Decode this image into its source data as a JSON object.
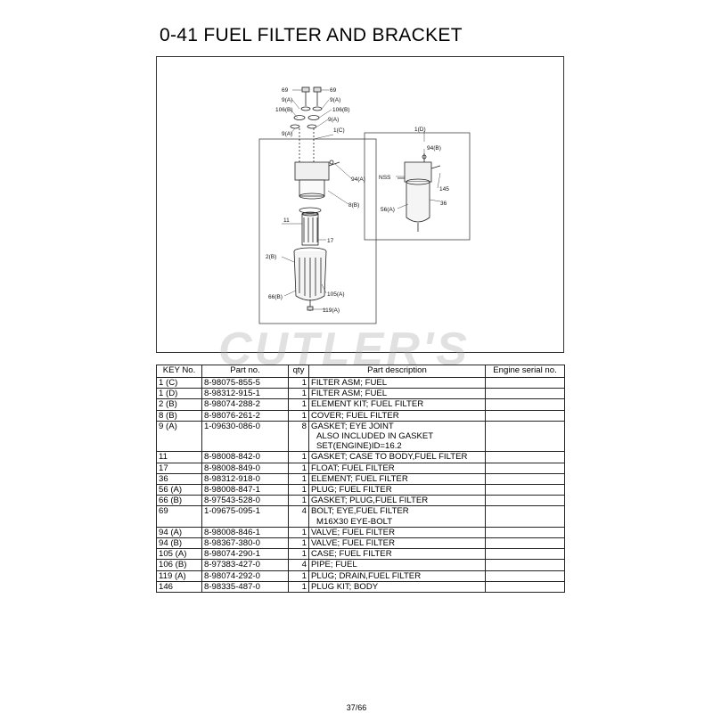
{
  "title": "0-41   FUEL FILTER AND BRACKET",
  "watermark": "CUTLER'S",
  "diagram": {
    "callouts": [
      "69",
      "69",
      "9(A)",
      "9(A)",
      "106(B)",
      "106(B)",
      "9(A)",
      "9(A)",
      "1(C)",
      "94(A)",
      "8(B)",
      "17",
      "11",
      "2(B)",
      "105(A)",
      "66(B)",
      "119(A)",
      "1(D)",
      "94(B)",
      "NSS",
      "145",
      "36",
      "56(A)"
    ]
  },
  "table": {
    "headers": [
      "KEY No.",
      "Part no.",
      "qty",
      "Part description",
      "Engine serial no."
    ],
    "rows": [
      {
        "key": "1 (C)",
        "part": "8-98075-855-5",
        "qty": "1",
        "desc": [
          "FILTER ASM; FUEL"
        ],
        "serial": ""
      },
      {
        "key": "1 (D)",
        "part": "8-98312-915-1",
        "qty": "1",
        "desc": [
          "FILTER ASM; FUEL"
        ],
        "serial": ""
      },
      {
        "key": "2 (B)",
        "part": "8-98074-288-2",
        "qty": "1",
        "desc": [
          "ELEMENT KIT; FUEL FILTER"
        ],
        "serial": ""
      },
      {
        "key": "8 (B)",
        "part": "8-98076-261-2",
        "qty": "1",
        "desc": [
          "COVER; FUEL FILTER"
        ],
        "serial": ""
      },
      {
        "key": "9 (A)",
        "part": "1-09630-086-0",
        "qty": "8",
        "desc": [
          "GASKET; EYE JOINT",
          "ALSO INCLUDED IN GASKET",
          "SET(ENGINE)ID=16.2"
        ],
        "serial": ""
      },
      {
        "key": "11",
        "part": "8-98008-842-0",
        "qty": "1",
        "desc": [
          "GASKET; CASE TO BODY,FUEL FILTER"
        ],
        "serial": ""
      },
      {
        "key": "17",
        "part": "8-98008-849-0",
        "qty": "1",
        "desc": [
          "FLOAT; FUEL FILTER"
        ],
        "serial": ""
      },
      {
        "key": "36",
        "part": "8-98312-918-0",
        "qty": "1",
        "desc": [
          "ELEMENT; FUEL FILTER"
        ],
        "serial": ""
      },
      {
        "key": "56 (A)",
        "part": "8-98008-847-1",
        "qty": "1",
        "desc": [
          "PLUG; FUEL FILTER"
        ],
        "serial": ""
      },
      {
        "key": "66 (B)",
        "part": "8-97543-528-0",
        "qty": "1",
        "desc": [
          "GASKET; PLUG,FUEL FILTER"
        ],
        "serial": ""
      },
      {
        "key": "69",
        "part": "1-09675-095-1",
        "qty": "4",
        "desc": [
          "BOLT; EYE,FUEL FILTER",
          "M16X30 EYE-BOLT"
        ],
        "serial": ""
      },
      {
        "key": "94 (A)",
        "part": "8-98008-846-1",
        "qty": "1",
        "desc": [
          "VALVE; FUEL FILTER"
        ],
        "serial": ""
      },
      {
        "key": "94 (B)",
        "part": "8-98367-380-0",
        "qty": "1",
        "desc": [
          "VALVE; FUEL FILTER"
        ],
        "serial": ""
      },
      {
        "key": "105 (A)",
        "part": "8-98074-290-1",
        "qty": "1",
        "desc": [
          "CASE; FUEL FILTER"
        ],
        "serial": ""
      },
      {
        "key": "106 (B)",
        "part": "8-97383-427-0",
        "qty": "4",
        "desc": [
          "PIPE; FUEL"
        ],
        "serial": ""
      },
      {
        "key": "119 (A)",
        "part": "8-98074-292-0",
        "qty": "1",
        "desc": [
          "PLUG; DRAIN,FUEL FILTER"
        ],
        "serial": ""
      },
      {
        "key": "146",
        "part": "8-98335-487-0",
        "qty": "1",
        "desc": [
          "PLUG KIT; BODY"
        ],
        "serial": ""
      }
    ]
  },
  "page_number": "37/66"
}
